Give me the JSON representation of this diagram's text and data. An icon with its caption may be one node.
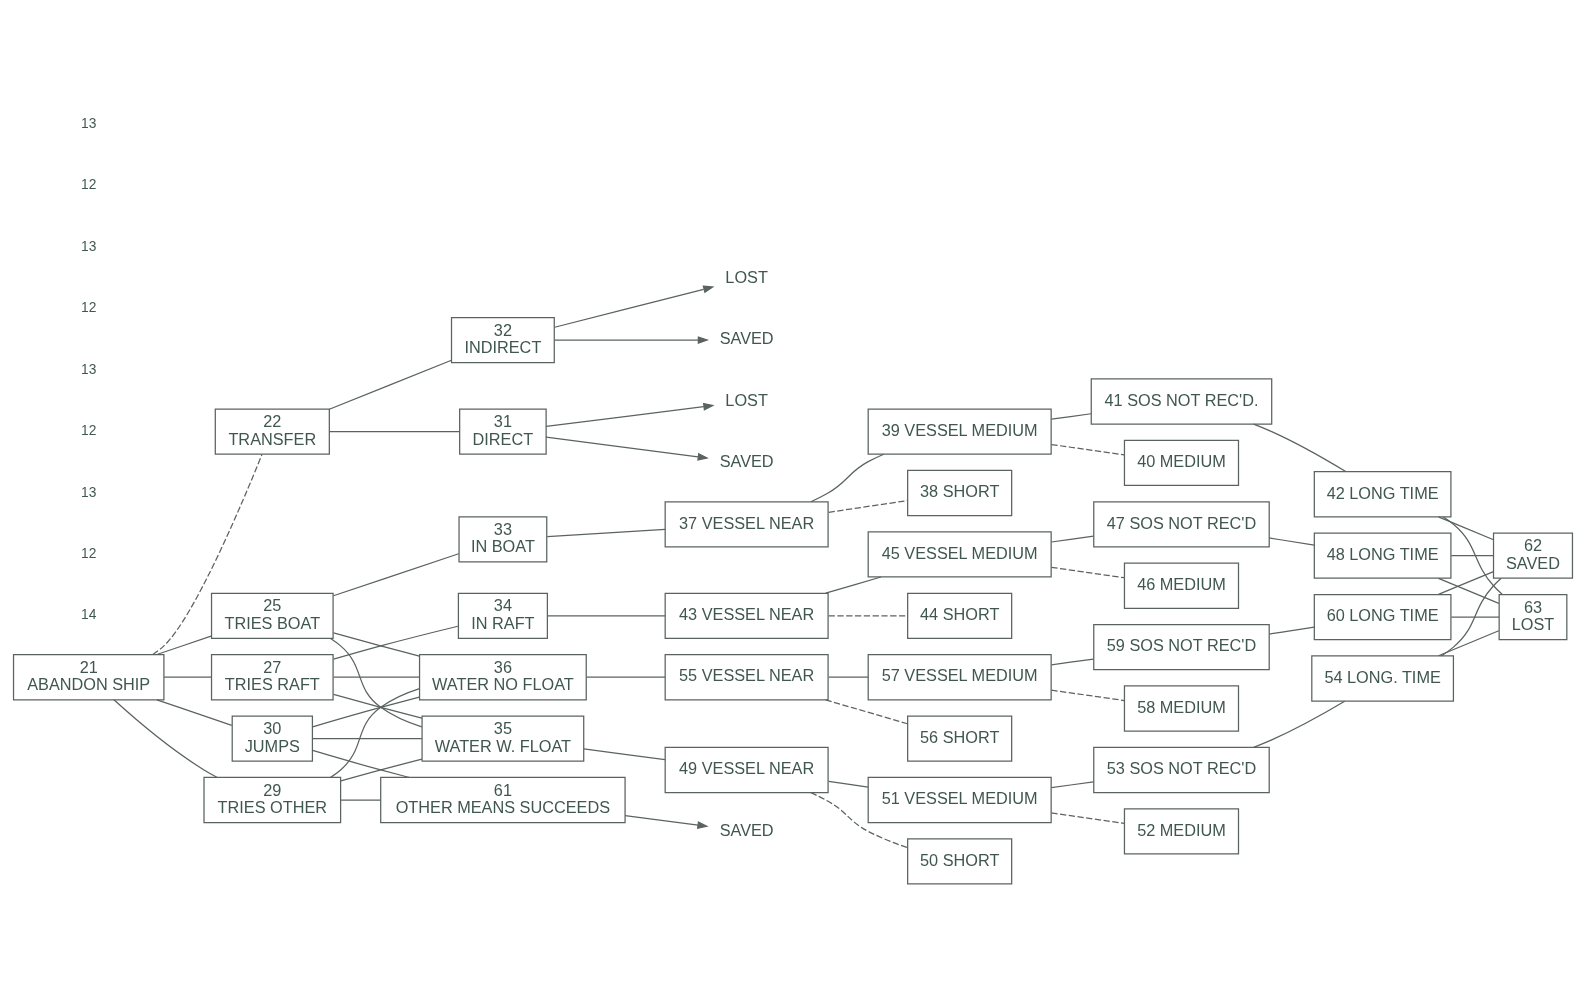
{
  "diagram": {
    "nodes": [
      {
        "text": [
          "21",
          "ABANDON SHIP"
        ]
      },
      {
        "text": [
          "22",
          "TRANSFER"
        ]
      },
      {
        "text": [
          "25",
          "TRIES BOAT"
        ]
      },
      {
        "text": [
          "27",
          "TRIES RAFT"
        ]
      },
      {
        "text": [
          "29",
          "TRIES OTHER"
        ]
      },
      {
        "text": [
          "30",
          "JUMPS"
        ]
      },
      {
        "text": [
          "31",
          "DIRECT"
        ]
      },
      {
        "text": [
          "32",
          "INDIRECT"
        ]
      },
      {
        "text": [
          "33",
          "IN BOAT"
        ]
      },
      {
        "text": [
          "34",
          "IN RAFT"
        ]
      },
      {
        "text": [
          "35",
          "WATER W. FLOAT"
        ]
      },
      {
        "text": [
          "36",
          "WATER NO FLOAT"
        ]
      },
      {
        "text": [
          "37 VESSEL NEAR"
        ]
      },
      {
        "text": [
          "39 VESSEL MEDIUM"
        ]
      },
      {
        "text": [
          "41 SOS NOT REC'D."
        ]
      },
      {
        "text": [
          "42 LONG TIME"
        ]
      },
      {
        "text": [
          "40 MEDIUM"
        ]
      },
      {
        "text": [
          "38 SHORT"
        ]
      },
      {
        "text": [
          "43 VESSEL NEAR"
        ]
      },
      {
        "text": [
          "45 VESSEL MEDIUM"
        ]
      },
      {
        "text": [
          "47 SOS NOT REC'D"
        ]
      },
      {
        "text": [
          "48 LONG TIME"
        ]
      },
      {
        "text": [
          "46 MEDIUM"
        ]
      },
      {
        "text": [
          "44 SHORT"
        ]
      },
      {
        "text": [
          "49 VESSEL NEAR"
        ]
      },
      {
        "text": [
          "51 VESSEL MEDIUM"
        ]
      },
      {
        "text": [
          "53 SOS NOT REC'D"
        ]
      },
      {
        "text": [
          "54 LONG. TIME"
        ]
      },
      {
        "text": [
          "52 MEDIUM"
        ]
      },
      {
        "text": [
          "50 SHORT"
        ]
      },
      {
        "text": [
          "55 VESSEL NEAR"
        ]
      },
      {
        "text": [
          "57 VESSEL MEDIUM"
        ]
      },
      {
        "text": [
          "59 SOS NOT REC'D"
        ]
      },
      {
        "text": [
          "60 LONG TIME"
        ]
      },
      {
        "text": [
          "58 MEDIUM"
        ]
      },
      {
        "text": [
          "56 SHORT"
        ]
      },
      {
        "text": [
          "61",
          "OTHER MEANS SUCCEEDS"
        ]
      },
      {
        "text": [
          "62",
          "SAVED"
        ]
      },
      {
        "text": [
          "63",
          "LOST"
        ]
      },
      {
        "text": [
          "SAVED"
        ]
      },
      {
        "text": [
          "LOST"
        ]
      },
      {
        "text": [
          "SAVED"
        ]
      },
      {
        "text": [
          "LOST"
        ]
      },
      {
        "text": [
          "SAVED"
        ]
      }
    ],
    "edges": [
      {
        "from": 0,
        "to": 2,
        "arrow": "none"
      },
      {
        "from": 0,
        "to": 3,
        "arrow": "none"
      },
      {
        "from": 0,
        "to": 4,
        "arrow": "none"
      },
      {
        "from": 0,
        "to": 5,
        "arrow": "none"
      },
      {
        "from": 0,
        "to": 1,
        "arrow": "none",
        "style": "dashed"
      },
      {
        "from": 1,
        "to": 6,
        "arrow": "none"
      },
      {
        "from": 1,
        "to": 7,
        "arrow": "none"
      },
      {
        "from": 2,
        "to": 8,
        "arrow": "none"
      },
      {
        "from": 2,
        "to": 10,
        "arrow": "none"
      },
      {
        "from": 2,
        "to": 11,
        "arrow": "none"
      },
      {
        "from": 3,
        "to": 9,
        "arrow": "none"
      },
      {
        "from": 3,
        "to": 10,
        "arrow": "none"
      },
      {
        "from": 3,
        "to": 11,
        "arrow": "none"
      },
      {
        "from": 4,
        "to": 10,
        "arrow": "none"
      },
      {
        "from": 4,
        "to": 11,
        "arrow": "none"
      },
      {
        "from": 4,
        "to": 36,
        "arrow": "none"
      },
      {
        "from": 5,
        "to": 10,
        "arrow": "none"
      },
      {
        "from": 5,
        "to": 11,
        "arrow": "none"
      },
      {
        "from": 5,
        "to": 36,
        "arrow": "none"
      },
      {
        "from": 6,
        "to": 39,
        "arrow": "to"
      },
      {
        "from": 6,
        "to": 40,
        "arrow": "to"
      },
      {
        "from": 7,
        "to": 41,
        "arrow": "to"
      },
      {
        "from": 7,
        "to": 42,
        "arrow": "to"
      },
      {
        "from": 8,
        "to": 12,
        "arrow": "none"
      },
      {
        "from": 12,
        "to": 13,
        "arrow": "none"
      },
      {
        "from": 13,
        "to": 14,
        "arrow": "none"
      },
      {
        "from": 14,
        "to": 15,
        "arrow": "none"
      },
      {
        "from": 13,
        "to": 16,
        "arrow": "none",
        "style": "dashed"
      },
      {
        "from": 12,
        "to": 17,
        "arrow": "none",
        "style": "dashed"
      },
      {
        "from": 9,
        "to": 18,
        "arrow": "none"
      },
      {
        "from": 18,
        "to": 19,
        "arrow": "none"
      },
      {
        "from": 19,
        "to": 20,
        "arrow": "none"
      },
      {
        "from": 20,
        "to": 21,
        "arrow": "none"
      },
      {
        "from": 19,
        "to": 22,
        "arrow": "none",
        "style": "dashed"
      },
      {
        "from": 18,
        "to": 23,
        "arrow": "none",
        "style": "dashed"
      },
      {
        "from": 10,
        "to": 24,
        "arrow": "none"
      },
      {
        "from": 24,
        "to": 25,
        "arrow": "none"
      },
      {
        "from": 25,
        "to": 26,
        "arrow": "none"
      },
      {
        "from": 26,
        "to": 27,
        "arrow": "none"
      },
      {
        "from": 25,
        "to": 28,
        "arrow": "none",
        "style": "dashed"
      },
      {
        "from": 24,
        "to": 29,
        "arrow": "none",
        "style": "dashed"
      },
      {
        "from": 11,
        "to": 30,
        "arrow": "none"
      },
      {
        "from": 30,
        "to": 31,
        "arrow": "none"
      },
      {
        "from": 31,
        "to": 32,
        "arrow": "none"
      },
      {
        "from": 32,
        "to": 33,
        "arrow": "none"
      },
      {
        "from": 31,
        "to": 34,
        "arrow": "none",
        "style": "dashed"
      },
      {
        "from": 30,
        "to": 35,
        "arrow": "none",
        "style": "dashed"
      },
      {
        "from": 15,
        "to": 37,
        "arrow": "none"
      },
      {
        "from": 15,
        "to": 38,
        "arrow": "none"
      },
      {
        "from": 21,
        "to": 37,
        "arrow": "none"
      },
      {
        "from": 21,
        "to": 38,
        "arrow": "none"
      },
      {
        "from": 27,
        "to": 37,
        "arrow": "none"
      },
      {
        "from": 27,
        "to": 38,
        "arrow": "none"
      },
      {
        "from": 33,
        "to": 37,
        "arrow": "none"
      },
      {
        "from": 33,
        "to": 38,
        "arrow": "none"
      },
      {
        "from": 36,
        "to": 43,
        "arrow": "to"
      }
    ],
    "labels": [
      "14",
      "12",
      "13",
      "12",
      "13",
      "12",
      "13",
      "12",
      "13"
    ]
  }
}
